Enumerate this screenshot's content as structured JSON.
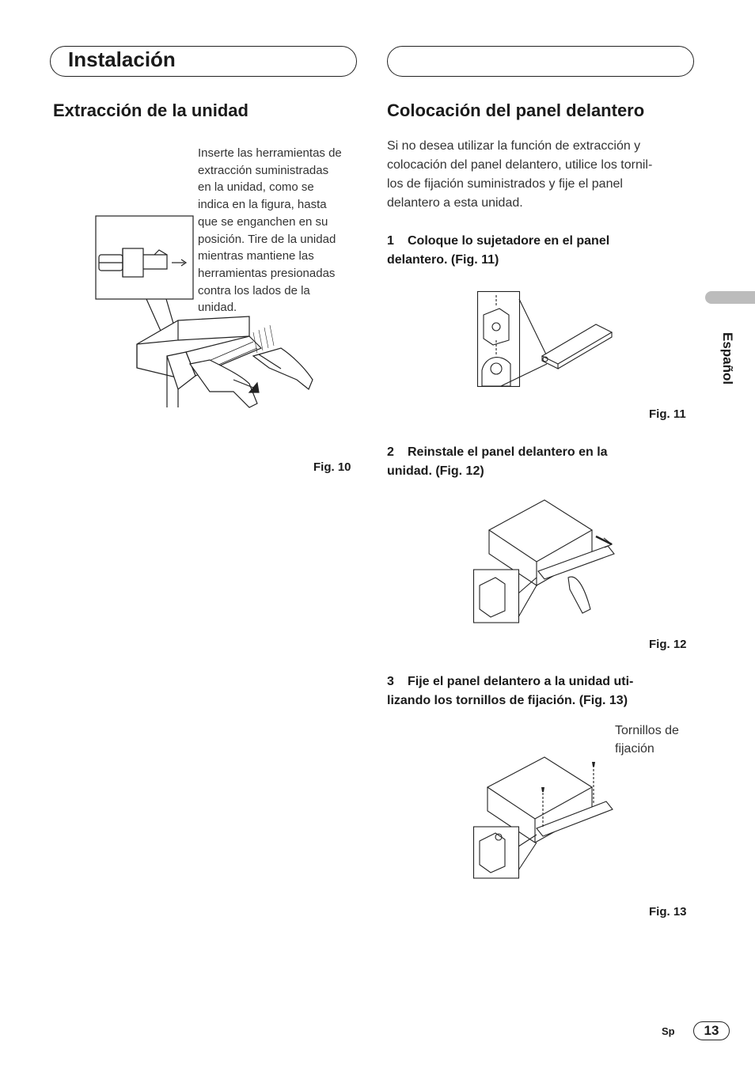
{
  "header": {
    "section_title": "Instalación"
  },
  "left": {
    "heading": "Extracción de la unidad",
    "caption_lines": [
      "Inserte las herramientas de",
      "extracción suministradas",
      "en la unidad, como se",
      "indica en la figura, hasta",
      "que se enganchen en su",
      "posición. Tire de la unidad",
      "mientras mantiene las",
      "herramientas presionadas",
      "contra los lados de la",
      "unidad."
    ],
    "fig_label": "Fig. 10"
  },
  "right": {
    "heading": "Colocación del panel delantero",
    "intro_lines": [
      "Si no desea utilizar la función de extracción y",
      "colocación del panel delantero, utilice los tornil-",
      "los de fijación suministrados y fije el panel",
      "delantero a esta unidad."
    ],
    "steps": [
      {
        "num": "1",
        "line1": "Coloque lo sujetadore en el panel",
        "line2": "delantero. (Fig. 11)",
        "fig": "Fig. 11"
      },
      {
        "num": "2",
        "line1": "Reinstale el panel delantero en la",
        "line2": "unidad. (Fig. 12)",
        "fig": "Fig. 12"
      },
      {
        "num": "3",
        "line1": "Fije el panel delantero a la unidad uti-",
        "line2": "lizando los tornillos de fijación. (Fig. 13)",
        "fig": "Fig. 13"
      }
    ],
    "screws_label_lines": [
      "Tornillos de",
      "fijación"
    ]
  },
  "side_tab": {
    "language": "Español"
  },
  "footer": {
    "lang_code": "Sp",
    "page_number": "13"
  }
}
